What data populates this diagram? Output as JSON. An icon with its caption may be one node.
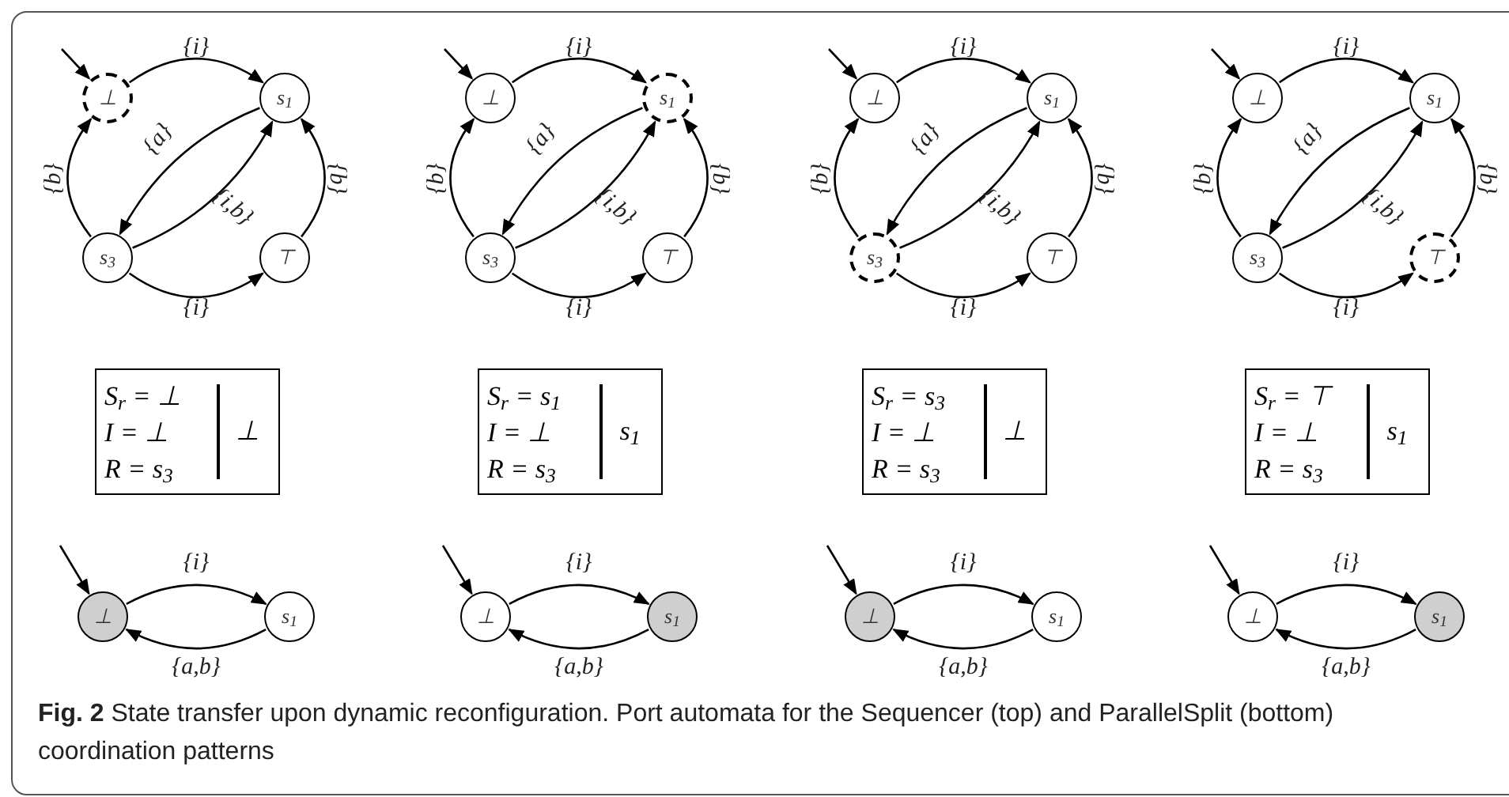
{
  "diagram": {
    "caption": "**Fig. 2** State transfer upon dynamic reconfiguration. Port automata for the Sequencer (top) and ParallelSplit (bottom) coordination patterns",
    "nodes": [
      {
        "text": [
          "⊥"
        ]
      },
      {
        "text": [
          "s$_{1}$"
        ]
      },
      {
        "text": [
          "s$_{3}$"
        ]
      },
      {
        "text": [
          "⊤"
        ]
      },
      {
        "text": [
          "⊥"
        ]
      },
      {
        "text": [
          "s$_{1}$"
        ]
      },
      {
        "text": [
          "s$_{3}$"
        ]
      },
      {
        "text": [
          "⊤"
        ]
      },
      {
        "text": [
          "⊥"
        ]
      },
      {
        "text": [
          "s$_{1}$"
        ]
      },
      {
        "text": [
          "s$_{3}$"
        ]
      },
      {
        "text": [
          "⊤"
        ]
      },
      {
        "text": [
          "⊥"
        ]
      },
      {
        "text": [
          "s$_{1}$"
        ]
      },
      {
        "text": [
          "s$_{3}$"
        ]
      },
      {
        "text": [
          "⊤"
        ]
      },
      {
        "text": [
          "S$_{r}$ = ⊥",
          "I = ⊥",
          "R = s$_{3}$",
          "⊥"
        ]
      },
      {
        "text": [
          "S$_{r}$ = s$_{1}$",
          "I = ⊥",
          "R = s$_{3}$",
          "s$_{1}$"
        ]
      },
      {
        "text": [
          "S$_{r}$ = s$_{3}$",
          "I = ⊥",
          "R = s$_{3}$",
          "⊥"
        ]
      },
      {
        "text": [
          "S$_{r}$ = ⊤",
          "I = ⊥",
          "R = s$_{3}$",
          "s$_{1}$"
        ]
      },
      {
        "text": [
          "⊥"
        ]
      },
      {
        "text": [
          "s$_{1}$"
        ]
      },
      {
        "text": [
          "⊥"
        ]
      },
      {
        "text": [
          "s$_{1}$"
        ]
      },
      {
        "text": [
          "⊥"
        ]
      },
      {
        "text": [
          "s$_{1}$"
        ]
      },
      {
        "text": [
          "⊥"
        ]
      },
      {
        "text": [
          "s$_{1}$"
        ]
      }
    ],
    "edges": [
      {
        "from": null,
        "to": 0,
        "arrow": "to"
      },
      {
        "from": 0,
        "to": 1,
        "arrow": "to",
        "label": "{i}"
      },
      {
        "from": 1,
        "to": 2,
        "arrow": "to",
        "label": "{a}"
      },
      {
        "from": 2,
        "to": 1,
        "arrow": "to",
        "label": "{i,b}"
      },
      {
        "from": 2,
        "to": 0,
        "arrow": "to",
        "label": "{b}"
      },
      {
        "from": 2,
        "to": 3,
        "arrow": "to",
        "label": "{i}"
      },
      {
        "from": 3,
        "to": 1,
        "arrow": "to",
        "label": "{b}"
      },
      {
        "from": null,
        "to": 4,
        "arrow": "to"
      },
      {
        "from": 4,
        "to": 5,
        "arrow": "to",
        "label": "{i}"
      },
      {
        "from": 5,
        "to": 6,
        "arrow": "to",
        "label": "{a}"
      },
      {
        "from": 6,
        "to": 5,
        "arrow": "to",
        "label": "{i,b}"
      },
      {
        "from": 6,
        "to": 4,
        "arrow": "to",
        "label": "{b}"
      },
      {
        "from": 6,
        "to": 7,
        "arrow": "to",
        "label": "{i}"
      },
      {
        "from": 7,
        "to": 5,
        "arrow": "to",
        "label": "{b}"
      },
      {
        "from": null,
        "to": 8,
        "arrow": "to"
      },
      {
        "from": 8,
        "to": 9,
        "arrow": "to",
        "label": "{i}"
      },
      {
        "from": 9,
        "to": 10,
        "arrow": "to",
        "label": "{a}"
      },
      {
        "from": 10,
        "to": 9,
        "arrow": "to",
        "label": "{i,b}"
      },
      {
        "from": 10,
        "to": 8,
        "arrow": "to",
        "label": "{b}"
      },
      {
        "from": 10,
        "to": 11,
        "arrow": "to",
        "label": "{i}"
      },
      {
        "from": 11,
        "to": 9,
        "arrow": "to",
        "label": "{b}"
      },
      {
        "from": null,
        "to": 12,
        "arrow": "to"
      },
      {
        "from": 12,
        "to": 13,
        "arrow": "to",
        "label": "{i}"
      },
      {
        "from": 13,
        "to": 14,
        "arrow": "to",
        "label": "{a}"
      },
      {
        "from": 14,
        "to": 13,
        "arrow": "to",
        "label": "{i,b}"
      },
      {
        "from": 14,
        "to": 12,
        "arrow": "to",
        "label": "{b}"
      },
      {
        "from": 14,
        "to": 15,
        "arrow": "to",
        "label": "{i}"
      },
      {
        "from": 15,
        "to": 13,
        "arrow": "to",
        "label": "{b}"
      },
      {
        "from": null,
        "to": 20,
        "arrow": "to"
      },
      {
        "from": 20,
        "to": 21,
        "arrow": "to",
        "label": "{i}"
      },
      {
        "from": 21,
        "to": 20,
        "arrow": "to",
        "label": "{a,b}"
      },
      {
        "from": null,
        "to": 22,
        "arrow": "to"
      },
      {
        "from": 22,
        "to": 23,
        "arrow": "to",
        "label": "{i}"
      },
      {
        "from": 23,
        "to": 22,
        "arrow": "to",
        "label": "{a,b}"
      },
      {
        "from": null,
        "to": 24,
        "arrow": "to"
      },
      {
        "from": 24,
        "to": 25,
        "arrow": "to",
        "label": "{i}"
      },
      {
        "from": 25,
        "to": 24,
        "arrow": "to",
        "label": "{a,b}"
      },
      {
        "from": null,
        "to": 26,
        "arrow": "to"
      },
      {
        "from": 26,
        "to": 27,
        "arrow": "to",
        "label": "{i}"
      },
      {
        "from": 27,
        "to": 26,
        "arrow": "to",
        "label": "{a,b}"
      }
    ]
  }
}
